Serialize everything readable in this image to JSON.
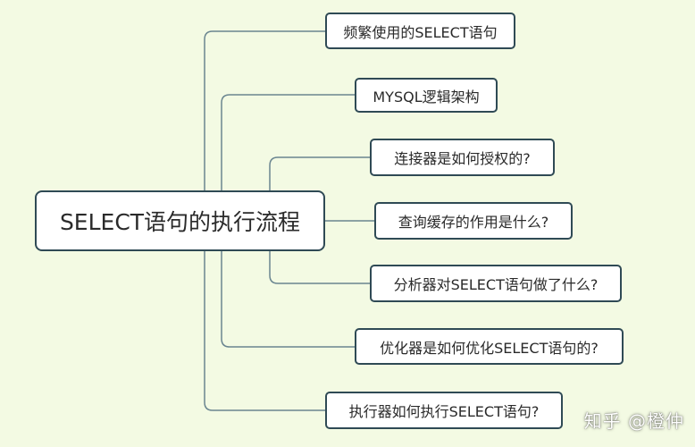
{
  "mindmap": {
    "root": "SELECT语句的执行流程",
    "branches": [
      "频繁使用的SELECT语句",
      "MYSQL逻辑架构",
      "连接器是如何授权的?",
      "查询缓存的作用是什么?",
      "分析器对SELECT语句做了什么?",
      "优化器是如何优化SELECT语句的?",
      "执行器如何执行SELECT语句?"
    ]
  },
  "watermark": "知乎 @橙仲",
  "colors": {
    "background": "#f3fae3",
    "node_border": "#2f4a55",
    "connector": "#6a8590",
    "node_fill": "#ffffff"
  }
}
